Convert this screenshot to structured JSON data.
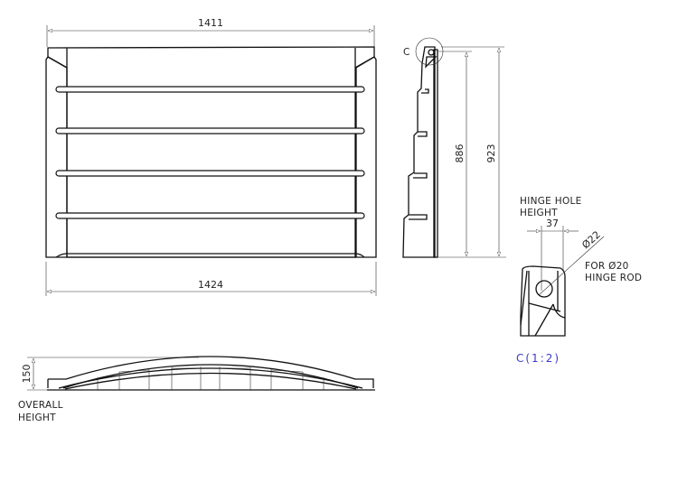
{
  "front_view": {
    "top_width_label": "1411",
    "bottom_width_label": "1424"
  },
  "side_view": {
    "detail_marker": "C",
    "inner_height_label": "886",
    "overall_height_label": "923"
  },
  "detail_c": {
    "note_line1": "HINGE HOLE",
    "note_line2": "HEIGHT",
    "hole_height_label": "37",
    "hole_diameter_label": "Ø22",
    "rod_note_line1": "FOR Ø20",
    "rod_note_line2": "HINGE ROD",
    "caption": "C(1:2)",
    "caption_color": "#3a3ad0"
  },
  "elevation_view": {
    "height_label": "150",
    "note_line1": "OVERALL",
    "note_line2": "HEIGHT"
  }
}
